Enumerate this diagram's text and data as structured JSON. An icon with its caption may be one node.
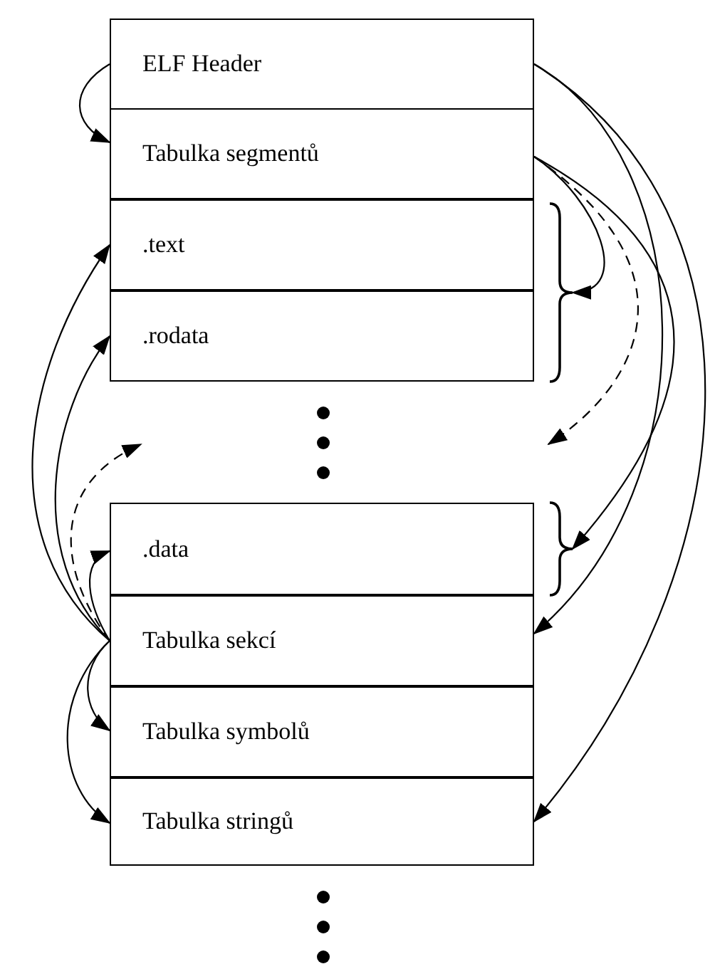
{
  "diagram": {
    "nodes": [
      {
        "text": [
          "ELF Header"
        ]
      },
      {
        "text": [
          "Tabulka segmentů"
        ]
      },
      {
        "text": [
          ".text"
        ]
      },
      {
        "text": [
          ".rodata"
        ]
      },
      {
        "text": [
          ".data"
        ]
      },
      {
        "text": [
          "Tabulka sekcí"
        ]
      },
      {
        "text": [
          "Tabulka symbolů"
        ]
      },
      {
        "text": [
          "Tabulka stringů"
        ]
      },
      {
        "text": [],
        "shape": "bracket"
      },
      {
        "text": [],
        "shape": "bracket"
      }
    ],
    "edges": [
      {
        "from": 0,
        "to": 1,
        "arrow": "to"
      },
      {
        "from": 0,
        "to": 5,
        "arrow": "to"
      },
      {
        "from": 0,
        "to": 7,
        "arrow": "to"
      },
      {
        "from": 1,
        "to": 8,
        "arrow": "to"
      },
      {
        "from": 1,
        "to": null,
        "arrow": "to",
        "style": "dashed"
      },
      {
        "from": 1,
        "to": 9,
        "arrow": "to"
      },
      {
        "from": 5,
        "to": 2,
        "arrow": "to"
      },
      {
        "from": 5,
        "to": 3,
        "arrow": "to"
      },
      {
        "from": 5,
        "to": null,
        "arrow": "to",
        "style": "dashed"
      },
      {
        "from": 5,
        "to": 4,
        "arrow": "to"
      },
      {
        "from": 5,
        "to": 6,
        "arrow": "to"
      },
      {
        "from": 5,
        "to": 7,
        "arrow": "to"
      }
    ]
  }
}
